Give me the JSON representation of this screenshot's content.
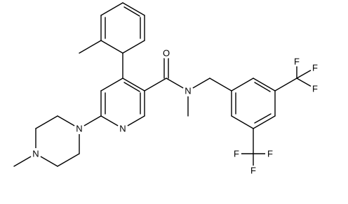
{
  "molecule": {
    "atoms": {
      "amide_o": "O",
      "amide_n": "N",
      "pyridine_n": "N",
      "piperazine_n1": "N",
      "piperazine_n4": "N",
      "cf3_a_f1": "F",
      "cf3_a_f2": "F",
      "cf3_a_f3": "F",
      "cf3_b_f1": "F",
      "cf3_b_f2": "F",
      "cf3_b_f3": "F"
    }
  }
}
